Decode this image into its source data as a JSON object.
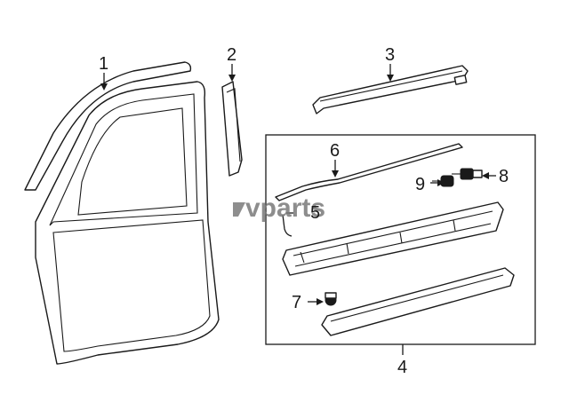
{
  "diagram": {
    "watermark": "vparts",
    "callouts": [
      {
        "id": "1",
        "text": "1"
      },
      {
        "id": "2",
        "text": "2"
      },
      {
        "id": "3",
        "text": "3"
      },
      {
        "id": "4",
        "text": "4"
      },
      {
        "id": "5",
        "text": "5"
      },
      {
        "id": "6",
        "text": "6"
      },
      {
        "id": "7",
        "text": "7"
      },
      {
        "id": "8",
        "text": "8"
      },
      {
        "id": "9",
        "text": "9"
      }
    ]
  },
  "colors": {
    "line": "#1a1a1a",
    "background": "#ffffff",
    "watermark": "#7a7a7a"
  }
}
